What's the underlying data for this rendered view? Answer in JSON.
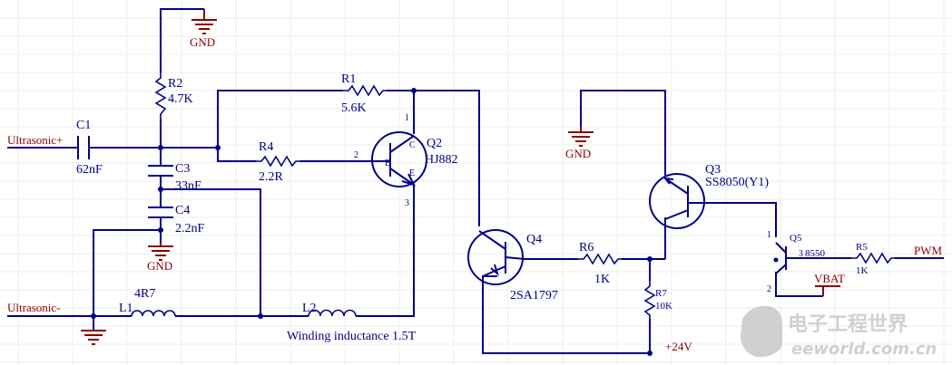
{
  "nets": {
    "ultrasonic_pos": "Ultrasonic+",
    "ultrasonic_neg": "Ultrasonic-",
    "gnd": "GND",
    "vbat": "VBAT",
    "pwm": "PWM",
    "v24": "+24V"
  },
  "components": {
    "c1": {
      "ref": "C1",
      "value": "62nF"
    },
    "c3": {
      "ref": "C3",
      "value": "33nF"
    },
    "c4": {
      "ref": "C4",
      "value": "2.2nF"
    },
    "r1": {
      "ref": "R1",
      "value": "5.6K"
    },
    "r2": {
      "ref": "R2",
      "value": "4.7K"
    },
    "r4": {
      "ref": "R4",
      "value": "2.2R"
    },
    "r5": {
      "ref": "R5",
      "value": "1K"
    },
    "r6": {
      "ref": "R6",
      "value": "1K"
    },
    "r7": {
      "ref": "R7",
      "value": "10K"
    },
    "l1": {
      "ref": "L1",
      "value": "4R7"
    },
    "l2": {
      "ref": "L2",
      "value": "Winding inductance 1.5T"
    },
    "q2": {
      "ref": "Q2",
      "value": "HJ882",
      "pin_b": "B",
      "pin_c": "C",
      "pin_e": "E",
      "pin1": "1",
      "pin2": "2",
      "pin3": "3"
    },
    "q3": {
      "ref": "Q3",
      "value": "SS8050(Y1)"
    },
    "q4": {
      "ref": "Q4",
      "value": "2SA1797"
    },
    "q5": {
      "ref": "Q5",
      "value": "8550",
      "pin1": "1",
      "pin2": "2",
      "pin3": "3"
    }
  },
  "watermark": {
    "cn": "电子工程世界",
    "en": "eeworld.com.cn"
  },
  "colors": {
    "wire": "#00008b",
    "power": "#8b0000",
    "grid": "#eeeeee"
  }
}
